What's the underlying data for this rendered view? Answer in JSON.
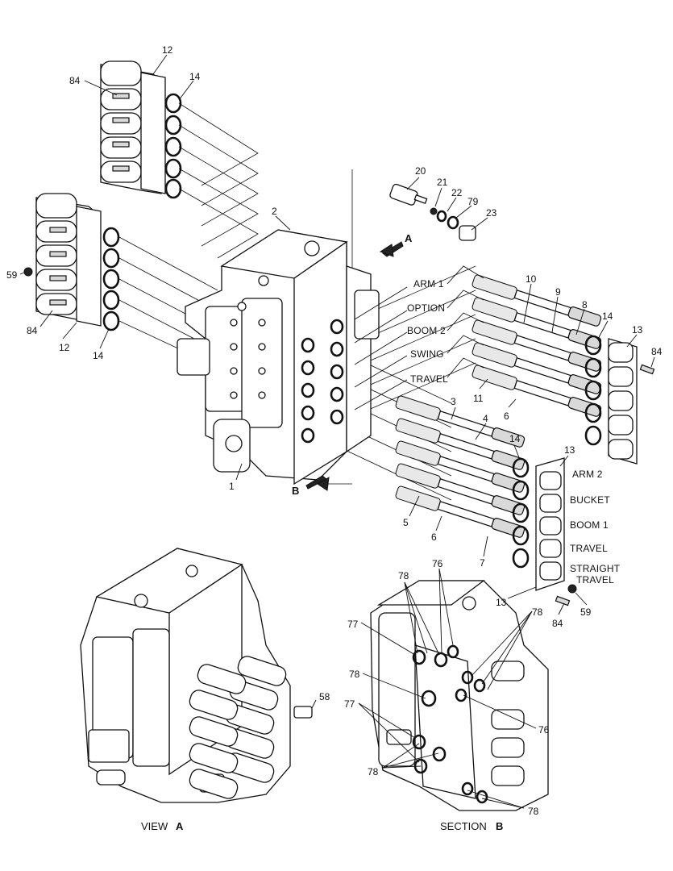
{
  "callouts": {
    "n12_top": "12",
    "n84_top": "84",
    "n14_top": "14",
    "n59_left": "59",
    "n84_left": "84",
    "n12_left": "12",
    "n14_left": "14",
    "n2": "2",
    "n1": "1",
    "n20": "20",
    "n21": "21",
    "n22": "22",
    "n79": "79",
    "n23": "23",
    "n10": "10",
    "n9": "9",
    "n8": "8",
    "n14_right": "14",
    "n13_right": "13",
    "n84_right": "84",
    "n11": "11",
    "n6_right": "6",
    "n3": "3",
    "n4": "4",
    "n5": "5",
    "n6_mid": "6",
    "n7": "7",
    "n14_mid": "14",
    "n13_mid": "13",
    "n13_bottom": "13",
    "n84_bottom": "84",
    "n59_bottom": "59",
    "n58": "58",
    "n78_a": "78",
    "n76_a": "76",
    "n77_a": "77",
    "n78_b": "78",
    "n78_c": "78",
    "n77_b": "77",
    "n78_d": "78",
    "n76_b": "76",
    "n78_e": "78"
  },
  "view_markers": {
    "a": "A",
    "b": "B"
  },
  "spool_labels_left": [
    "ARM 1",
    "OPTION",
    "BOOM 2",
    "SWING",
    "TRAVEL"
  ],
  "spool_labels_right": [
    "ARM 2",
    "BUCKET",
    "BOOM 1",
    "TRAVEL",
    "STRAIGHT",
    "TRAVEL"
  ],
  "captions": {
    "view_a_prefix": "VIEW",
    "view_a_letter": "A",
    "section_b_prefix": "SECTION",
    "section_b_letter": "B"
  }
}
